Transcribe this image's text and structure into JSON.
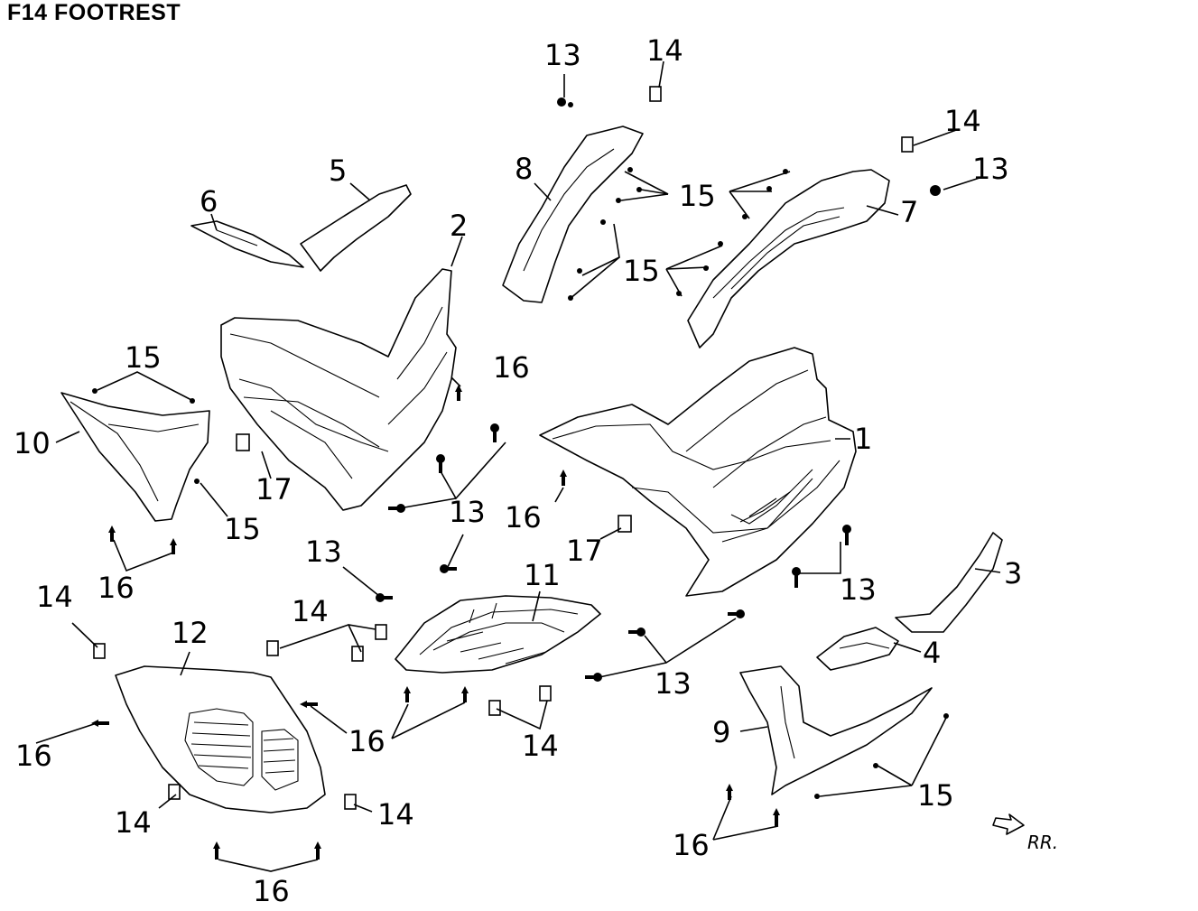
{
  "title": "F14 FOOTREST",
  "direction_marker": "RR.",
  "callouts": {
    "c1": "1",
    "c2": "2",
    "c3": "3",
    "c4": "4",
    "c5": "5",
    "c6": "6",
    "c7": "7",
    "c8": "8",
    "c9": "9",
    "c10": "10",
    "c11": "11",
    "c12": "12",
    "c13a": "13",
    "c13b": "13",
    "c13c": "13",
    "c13d": "13",
    "c13e": "13",
    "c13f": "13",
    "c14a": "14",
    "c14b": "14",
    "c14c": "14",
    "c14d": "14",
    "c14e": "14",
    "c14f": "14",
    "c14g": "14",
    "c15a": "15",
    "c15b": "15",
    "c15c": "15",
    "c15d": "15",
    "c15e": "15",
    "c16a": "16",
    "c16b": "16",
    "c16c": "16",
    "c16d": "16",
    "c16e": "16",
    "c16f": "16",
    "c16g": "16",
    "c17a": "17",
    "c17b": "17"
  }
}
